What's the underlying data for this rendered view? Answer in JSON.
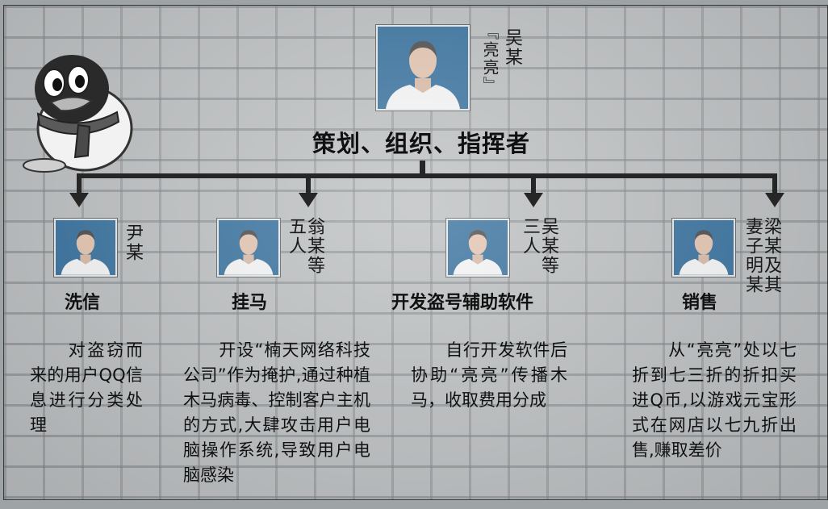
{
  "top": {
    "name": "吴某",
    "alias": "『亮亮』",
    "role": "策划、组织、指挥者"
  },
  "members": [
    {
      "id": "m1",
      "name": "尹某",
      "role": "洗信",
      "desc": "　　对盗窃而来的用户QQ信息进行分类处理"
    },
    {
      "id": "m2",
      "name": "翁某等五人",
      "role": "挂马",
      "desc": "　　开设“楠天网络科技公司”作为掩护,通过种植木马病毒、控制客户主机的方式,大肆攻击用户电脑操作系统,导致用户电脑感染"
    },
    {
      "id": "m3",
      "name": "吴某等三人",
      "role": "开发盗号辅助软件",
      "desc": "　　自行开发软件后协助“亮亮”传播木马，收取费用分成"
    },
    {
      "id": "m4",
      "name": "梁某及其妻子明某",
      "role": "销售",
      "desc": "　　从“亮亮”处以七折到七三折的折扣买进Q币,以游戏元宝形式在网店以七九折出售,赚取差价"
    }
  ],
  "colors": {
    "line": "#262626",
    "photo_bg": "#2f6b9a"
  }
}
